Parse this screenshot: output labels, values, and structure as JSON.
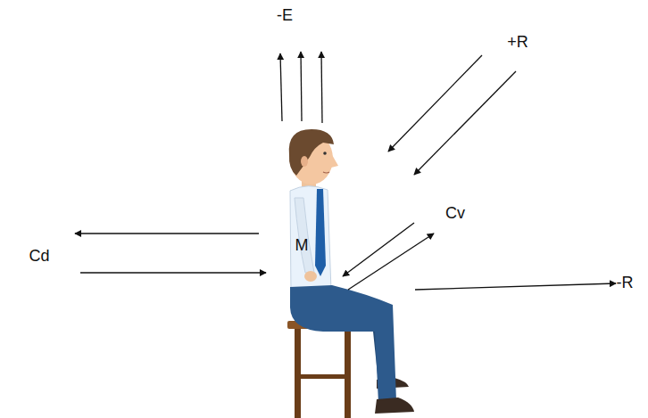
{
  "diagram": {
    "labels": [
      "-E",
      "+R",
      "Cv",
      "Cd",
      "M",
      "-R"
    ]
  }
}
